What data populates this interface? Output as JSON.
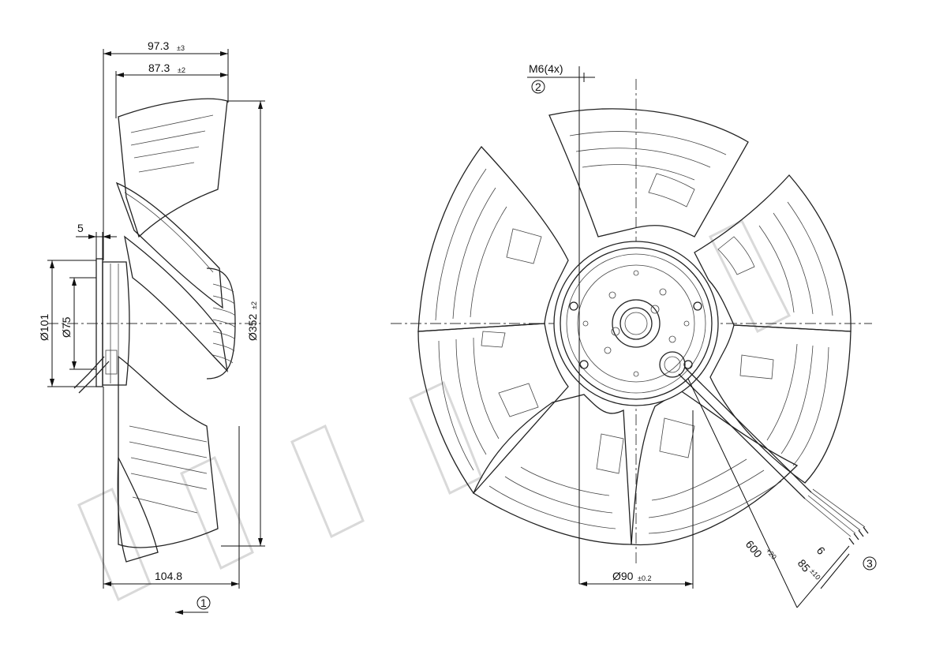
{
  "dimensions": {
    "overall_depth": {
      "value": "97.3",
      "tol": "±3"
    },
    "blade_depth": {
      "value": "87.3",
      "tol": "±2"
    },
    "flange_offset": {
      "value": "5"
    },
    "rotor_diameter": {
      "value": "Ø101"
    },
    "shaft_diameter": {
      "value": "Ø75"
    },
    "fan_diameter": {
      "value": "Ø352",
      "tol": "±2"
    },
    "bottom_depth": {
      "value": "104.8"
    },
    "thread": {
      "value": "M6(4x)"
    },
    "hub_diameter": {
      "value": "Ø90",
      "tol": "±0.2"
    },
    "cable_length": {
      "value": "600",
      "tol": "+20"
    },
    "strip_length": {
      "value": "85",
      "tol": "±10"
    },
    "wire_strip": {
      "value": "6"
    }
  },
  "callouts": {
    "airflow": "1",
    "mount": "2",
    "cable": "3"
  },
  "watermark": "ALIKA..."
}
